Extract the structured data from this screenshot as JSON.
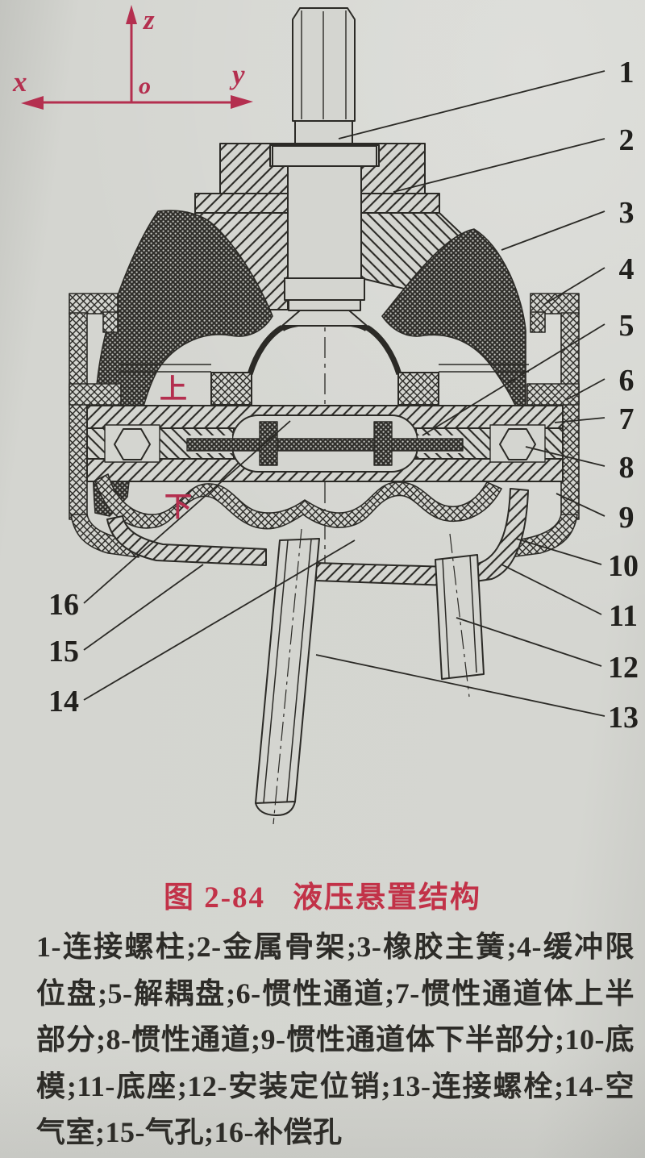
{
  "page": {
    "background": "#d4d5d0",
    "ink": "#2b2a26",
    "accent_red": "#b42f4f"
  },
  "axes": {
    "x_label": "x",
    "y_label": "y",
    "z_label": "z",
    "origin_label": "o",
    "color": "#b42f4f"
  },
  "orientation": {
    "up": "上",
    "down": "下"
  },
  "callouts": {
    "right": [
      "1",
      "2",
      "3",
      "4",
      "5",
      "6",
      "7",
      "8",
      "9",
      "10",
      "11",
      "12",
      "13"
    ],
    "left": [
      "16",
      "15",
      "14"
    ]
  },
  "caption": {
    "figure_number": "图 2-84",
    "title": "液压悬置结构",
    "color": "#c23248"
  },
  "legend": {
    "lines": [
      "1-连接螺柱;2-金属骨架;3-橡胶主簧;4-缓冲限",
      "位盘;5-解耦盘;6-惯性通道;7-惯性通道体上半",
      "部分;8-惯性通道;9-惯性通道体下半部分;10-底",
      "模;11-底座;12-安装定位销;13-连接螺栓;14-空",
      "气室;15-气孔;16-补偿孔"
    ],
    "items": [
      {
        "num": "1",
        "name": "连接螺柱"
      },
      {
        "num": "2",
        "name": "金属骨架"
      },
      {
        "num": "3",
        "name": "橡胶主簧"
      },
      {
        "num": "4",
        "name": "缓冲限位盘"
      },
      {
        "num": "5",
        "name": "解耦盘"
      },
      {
        "num": "6",
        "name": "惯性通道"
      },
      {
        "num": "7",
        "name": "惯性通道体上半部分"
      },
      {
        "num": "8",
        "name": "惯性通道"
      },
      {
        "num": "9",
        "name": "惯性通道体下半部分"
      },
      {
        "num": "10",
        "name": "底模"
      },
      {
        "num": "11",
        "name": "底座"
      },
      {
        "num": "12",
        "name": "安装定位销"
      },
      {
        "num": "13",
        "name": "连接螺栓"
      },
      {
        "num": "14",
        "name": "空气室"
      },
      {
        "num": "15",
        "name": "气孔"
      },
      {
        "num": "16",
        "name": "补偿孔"
      }
    ]
  }
}
